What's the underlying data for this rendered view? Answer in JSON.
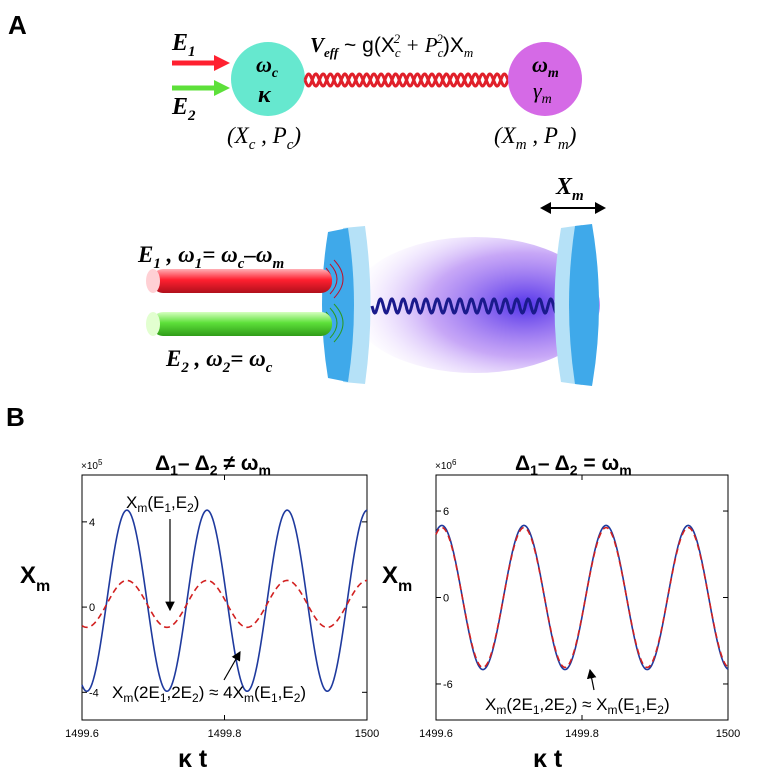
{
  "panel_a": {
    "label": "A",
    "schematic": {
      "e1": "E",
      "e1_sub": "1",
      "e2": "E",
      "e2_sub": "2",
      "cavity_freq": "ω",
      "cavity_freq_sub": "c",
      "cavity_decay": "κ",
      "mech_freq": "ω",
      "mech_freq_sub": "m",
      "mech_decay": "γ",
      "mech_decay_sub": "m",
      "veff_v": "V",
      "veff_sub": "eff",
      "veff_rest": " ~ g(X",
      "veff_xc_sub": "c",
      "veff_sq1": "2",
      "veff_plus": " + P",
      "veff_pc_sub": "c",
      "veff_sq2": "2",
      "veff_close": ")X",
      "veff_xm_sub": "m",
      "cavity_coords": "(X",
      "cavity_coords_sub1": "c",
      "cavity_coords_mid": " , P",
      "cavity_coords_sub2": "c",
      "cavity_coords_end": ")",
      "mech_coords": "(X",
      "mech_coords_sub1": "m",
      "mech_coords_mid": " , P",
      "mech_coords_sub2": "m",
      "mech_coords_end": ")"
    },
    "setup": {
      "xm": "X",
      "xm_sub": "m",
      "e1_main": "E",
      "e1_sub": "1",
      "e1_eq": " , ω",
      "e1_eq_sub": "1",
      "e1_eq2": "= ω",
      "e1_eq2_sub": "c",
      "e1_eq3": "–ω",
      "e1_eq3_sub": "m",
      "e2_main": "E",
      "e2_sub": "2",
      "e2_eq": " , ω",
      "e2_eq_sub": "2",
      "e2_eq2": "= ω",
      "e2_eq2_sub": "c"
    },
    "colors": {
      "cavity": "#66e8cf",
      "mechanics": "#d56ae6",
      "red": "#ff2030",
      "green": "#5de03a",
      "mirror": "#4db7ee",
      "spring": "#1a1a8c",
      "glow": "#7a3cf0"
    }
  },
  "panel_b": {
    "label": "B",
    "chart_data": [
      {
        "type": "line",
        "title_left": "Δ",
        "title_sub1": "1",
        "title_mid": "– Δ",
        "title_sub2": "2",
        "title_rel": " ≠ ω",
        "title_sub3": "m",
        "ylabel": "X",
        "ylabel_sub": "m",
        "xlabel": "κ t",
        "exponent": "×10",
        "exponent_power": "5",
        "xlim": [
          1499.6,
          1500
        ],
        "ylim": [
          -5.3,
          6.2
        ],
        "xticks": [
          1499.6,
          1499.8,
          1500
        ],
        "xtick_labels": [
          "1499.6",
          "1499.8",
          "1500"
        ],
        "yticks": [
          -4,
          0,
          4
        ],
        "ytick_labels": [
          "-4",
          "0",
          "4"
        ],
        "series": [
          {
            "color": "#1f3a9e",
            "dash": "solid",
            "amplitude": 4.25,
            "offset": 0.3,
            "period": 0.1125,
            "peak_at": 1499.663
          },
          {
            "color": "#d22020",
            "dash": "dashed",
            "amplitude": 1.1,
            "offset": 0.15,
            "period": 0.1125,
            "peak_at": 1499.663
          }
        ],
        "annotations": [
          {
            "parts": [
              "X",
              "m",
              "(E",
              "1",
              ",E",
              "2",
              ")"
            ]
          },
          {
            "parts": [
              "X",
              "m",
              "(2E",
              "1",
              ",2E",
              "2",
              ") ≈ 4X",
              "m",
              "(E",
              "1",
              ",E",
              "2",
              ")"
            ]
          }
        ]
      },
      {
        "type": "line",
        "title_left": "Δ",
        "title_sub1": "1",
        "title_mid": "– Δ",
        "title_sub2": "2",
        "title_rel": " = ω",
        "title_sub3": "m",
        "ylabel": "X",
        "ylabel_sub": "m",
        "xlabel": "κ t",
        "exponent": "×10",
        "exponent_power": "6",
        "xlim": [
          1499.6,
          1500
        ],
        "ylim": [
          -8.5,
          8.5
        ],
        "xticks": [
          1499.6,
          1499.8,
          1500
        ],
        "xtick_labels": [
          "1499.6",
          "1499.8",
          "1500"
        ],
        "yticks": [
          -6,
          0,
          6
        ],
        "ytick_labels": [
          "-6",
          "0",
          "6"
        ],
        "series": [
          {
            "color": "#1f3a9e",
            "dash": "solid",
            "amplitude": 5.0,
            "offset": 0.0,
            "period": 0.1125,
            "peak_at": 1499.608
          },
          {
            "color": "#d22020",
            "dash": "dashed",
            "amplitude": 4.85,
            "offset": 0.0,
            "period": 0.1125,
            "peak_at": 1499.608
          }
        ],
        "annotations": [
          {
            "parts": [
              "X",
              "m",
              "(2E",
              "1",
              ",2E",
              "2",
              ") ≈ X",
              "m",
              "(E",
              "1",
              ",E",
              "2",
              ")"
            ]
          }
        ]
      }
    ]
  }
}
